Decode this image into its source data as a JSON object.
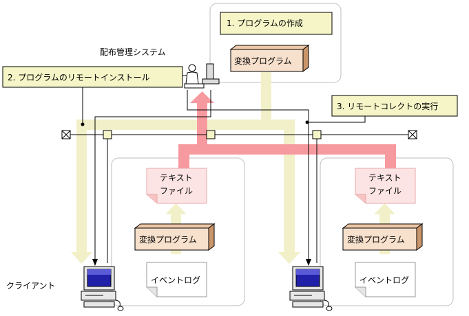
{
  "callouts": {
    "step1": "1. プログラムの作成",
    "step2": "2. プログラムのリモートインストール",
    "step3": "3. リモートコレクトの実行"
  },
  "labels": {
    "system": "配布管理システム",
    "client": "クライアント",
    "converter": "変換プログラム",
    "text_file_line1": "テキスト",
    "text_file_line2": "ファイル",
    "event_log": "イベントログ"
  },
  "colors": {
    "callout_fill": "#f5f5c8",
    "install_arrow": "#f2f0c8",
    "collect_arrow": "#f79aa0",
    "converter_fill": "#f7e0cc",
    "textfile_fill": "#fde4e4"
  }
}
